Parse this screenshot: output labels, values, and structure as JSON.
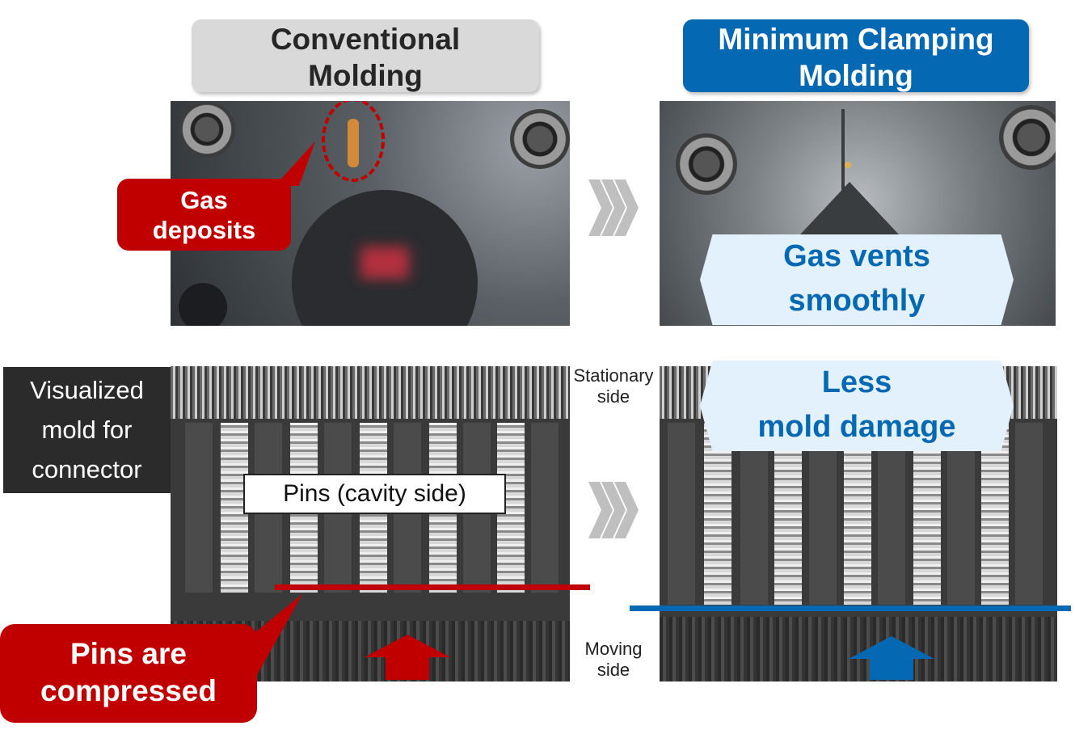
{
  "headers": {
    "conventional": "Conventional\nMolding",
    "minimum": "Minimum Clamping\nMolding"
  },
  "callouts": {
    "gas_deposits": "Gas\ndeposits",
    "gas_vents": "Gas vents\nsmoothly",
    "less_damage": "Less\nmold damage",
    "pins_compressed": "Pins are\ncompressed",
    "pins_cavity": "Pins (cavity side)"
  },
  "labels": {
    "visualized": "Visualized\nmold for\nconnector",
    "stationary": "Stationary\nside",
    "moving": "Moving\nside"
  },
  "colors": {
    "red": "#c00000",
    "blue": "#0568b3",
    "light_blue": "#e2f1fb",
    "gray_header": "#d9d9d9"
  },
  "icons": [
    "chevron-right-icon",
    "arrow-up-icon"
  ]
}
